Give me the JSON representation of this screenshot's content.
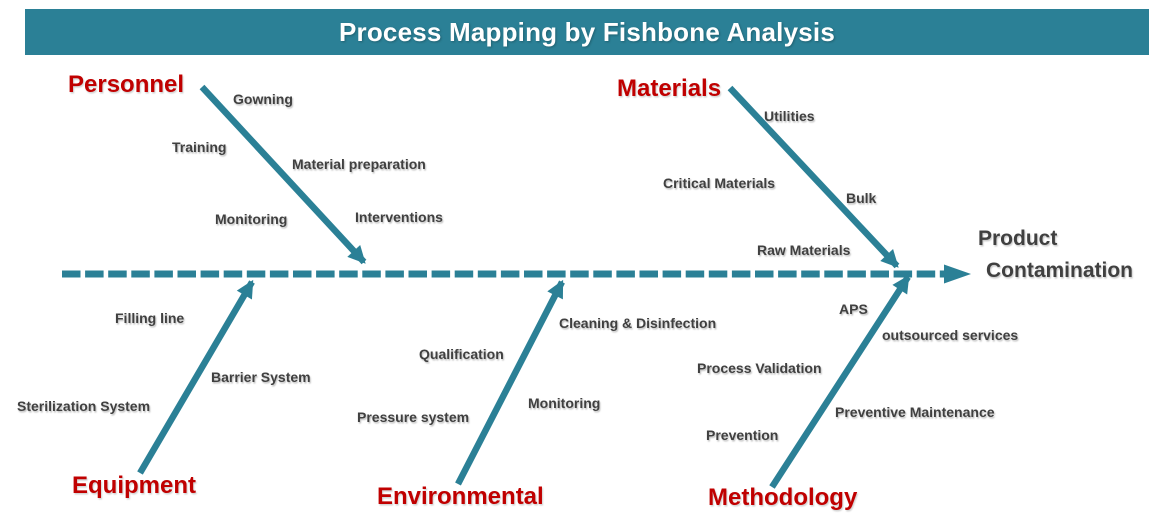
{
  "title": "Process Mapping by Fishbone Analysis",
  "effect": {
    "line1": "Product",
    "line2": "Contamination"
  },
  "categories": [
    {
      "name": "Personnel",
      "causes": [
        "Gowning",
        "Training",
        "Material preparation",
        "Monitoring",
        "Interventions"
      ]
    },
    {
      "name": "Materials",
      "causes": [
        "Utilities",
        "Critical Materials",
        "Bulk",
        "Raw Materials"
      ]
    },
    {
      "name": "Equipment",
      "causes": [
        "Filling line",
        "Barrier System",
        "Sterilization System"
      ]
    },
    {
      "name": "Environmental",
      "causes": [
        "Cleaning & Disinfection",
        "Qualification",
        "Monitoring",
        "Pressure system"
      ]
    },
    {
      "name": "Methodology",
      "causes": [
        "APS",
        "outsourced services",
        "Process Validation",
        "Preventive Maintenance",
        "Prevention"
      ]
    }
  ],
  "colors": {
    "teal": "#2B8096",
    "red": "#C00000",
    "label_text": "#404040",
    "title_text": "#FFFFFF"
  }
}
